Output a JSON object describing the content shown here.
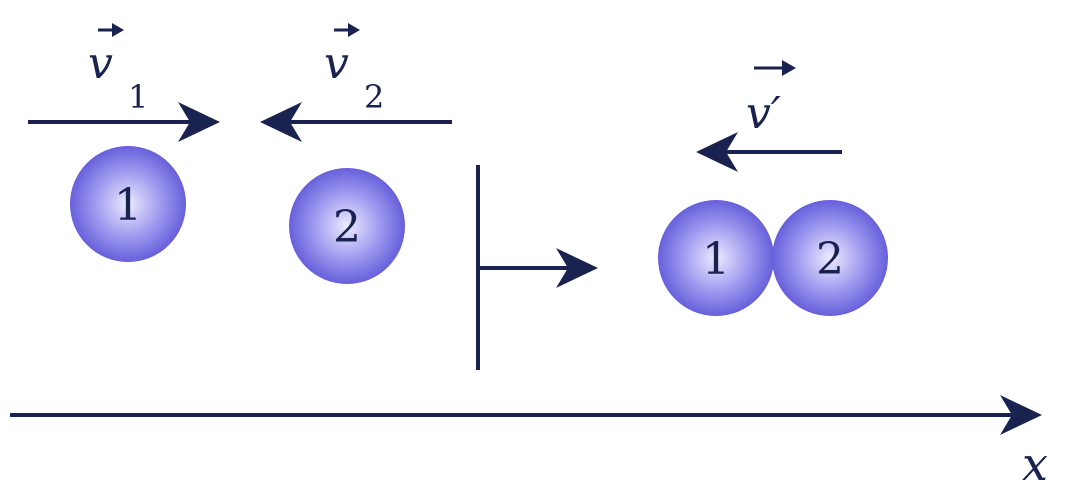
{
  "colors": {
    "ink": "#1a2250",
    "ball_light": "#ecebff",
    "ball_mid": "#9a95ee",
    "ball_dark": "#5a52d6"
  },
  "before": {
    "ball1_label": "1",
    "ball2_label": "2",
    "v1_symbol": "v",
    "v1_subscript": "1",
    "v2_symbol": "v",
    "v2_subscript": "2"
  },
  "after": {
    "ball1_label": "1",
    "ball2_label": "2",
    "v_prime_symbol": "v′"
  },
  "axis": {
    "label": "x"
  },
  "icons": {
    "vector_arrow": "arrow-over-icon",
    "transition_arrow": "transition-arrow-icon"
  }
}
